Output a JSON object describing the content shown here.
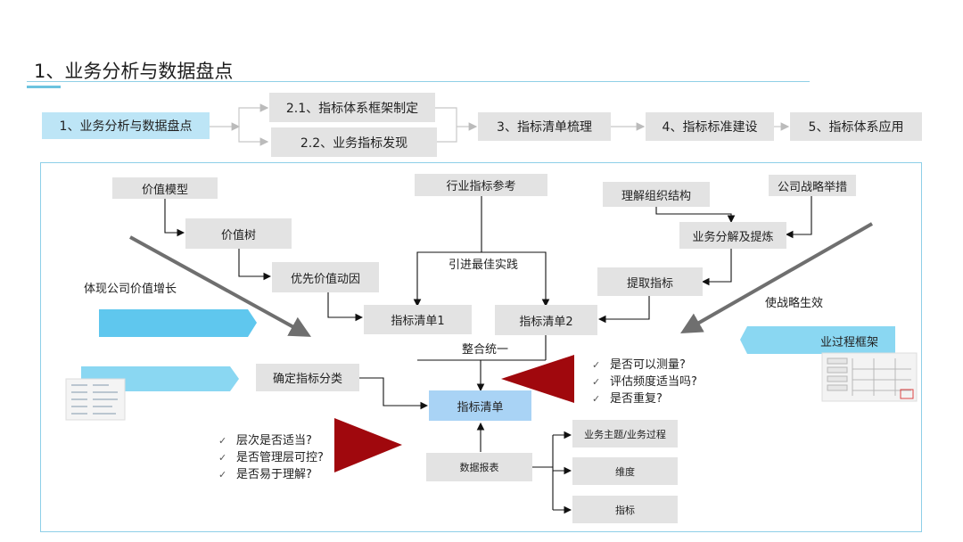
{
  "title": "1、业务分析与数据盘点",
  "process": {
    "step1": "1、业务分析与数据盘点",
    "step2_1": "2.1、指标体系框架制定",
    "step2_2": "2.2、业务指标发现",
    "step3": "3、指标清单梳理",
    "step4": "4、指标标准建设",
    "step5": "5、指标体系应用"
  },
  "diagram": {
    "value_model": "价值模型",
    "value_tree": "价值树",
    "priority_drivers": "优先价值动因",
    "industry_ref": "行业指标参考",
    "best_practice": "引进最佳实践",
    "org_structure": "理解组织结构",
    "strategy": "公司战略举措",
    "decompose": "业务分解及提炼",
    "extract": "提取指标",
    "list1": "指标清单1",
    "list2": "指标清单2",
    "integrate": "整合统一",
    "classify": "确定指标分类",
    "final_list": "指标清单",
    "data_report": "数据报表",
    "biz_theme": "业务主题/业务过程",
    "dimension": "维度",
    "metric": "指标",
    "value_growth": "体现公司价值增长",
    "strategy_effect": "使战略生效",
    "process_framework": "业过程框架",
    "checks_right": [
      "是否可以测量?",
      "评估频度适当吗?",
      "是否重复?"
    ],
    "checks_left": [
      "层次是否适当?",
      "是否管理层可控?",
      "是否易于理解?"
    ]
  },
  "colors": {
    "accent_line": "#8fd0e6",
    "box_gray": "#e3e3e3",
    "box_blue": "#bde5f6",
    "final_blue": "#a9d3f5",
    "triangle_red": "#a0080d",
    "arrow_gray": "#707070"
  },
  "icons": [
    "check-icon",
    "arrow-icon",
    "triangle-icon"
  ]
}
